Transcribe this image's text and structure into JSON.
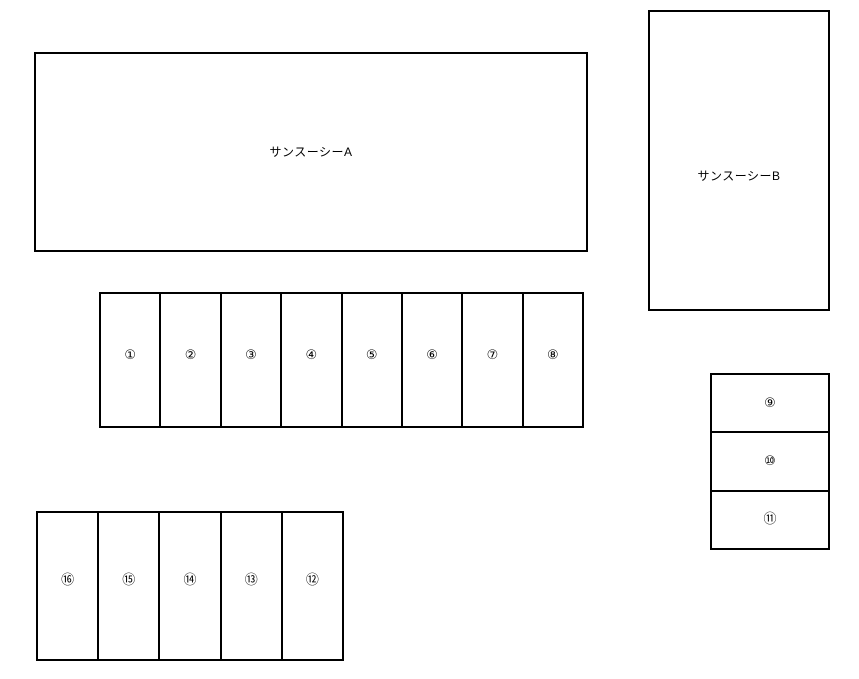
{
  "plan": {
    "name": "site-layout-plan",
    "background_color": "#ffffff",
    "line_color": "#000000"
  },
  "buildings": [
    {
      "id": "building-a",
      "label": "サンスーシーA"
    },
    {
      "id": "building-b",
      "label": "サンスーシーB"
    }
  ],
  "parking": {
    "row_top": {
      "id": "stalls-row-top",
      "orientation": "horizontal",
      "count": 8,
      "stalls": [
        {
          "number": "①"
        },
        {
          "number": "②"
        },
        {
          "number": "③"
        },
        {
          "number": "④"
        },
        {
          "number": "⑤"
        },
        {
          "number": "⑥"
        },
        {
          "number": "⑦"
        },
        {
          "number": "⑧"
        }
      ]
    },
    "stack_right": {
      "id": "stalls-stack-right",
      "orientation": "vertical",
      "count": 3,
      "stalls": [
        {
          "number": "⑨"
        },
        {
          "number": "⑩"
        },
        {
          "number": "⑪"
        }
      ]
    },
    "row_bottom": {
      "id": "stalls-row-bottom",
      "orientation": "horizontal",
      "count": 5,
      "stalls": [
        {
          "number": "⑯"
        },
        {
          "number": "⑮"
        },
        {
          "number": "⑭"
        },
        {
          "number": "⑬"
        },
        {
          "number": "⑫"
        }
      ]
    }
  }
}
